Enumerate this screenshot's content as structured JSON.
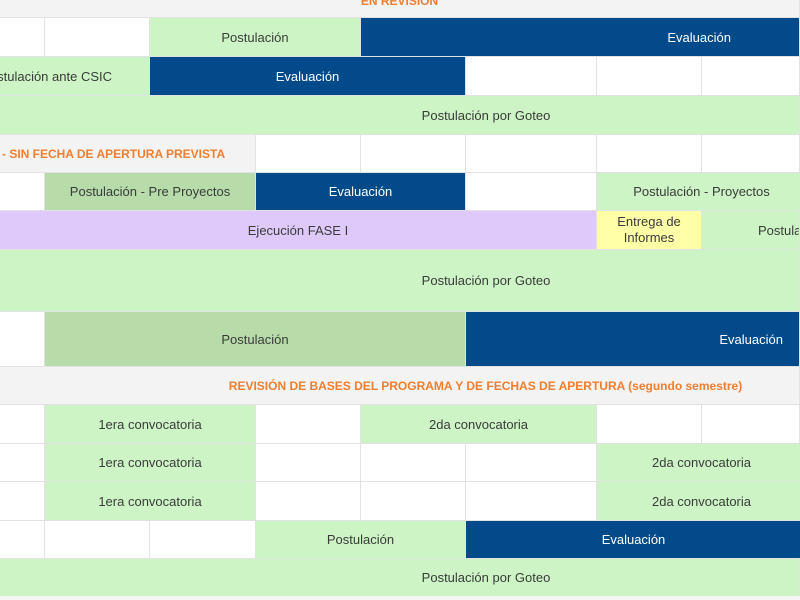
{
  "top_header": {
    "label": "EN REVISIÓN"
  },
  "postulacion": "Postulación",
  "evaluacion": "Evaluación",
  "postulacion_csic": "Postulación ante CSIC",
  "postulacion_goteo": "Postulación por Goteo",
  "header_sin_fecha": "- SIN FECHA DE APERTURA PREVISTA",
  "postulacion_pre": "Postulación - Pre Proyectos",
  "postulacion_proyectos": "Postulación - Proyectos",
  "ejecucion_fase": "Ejecución FASE I",
  "entrega_line1": "Entrega de",
  "entrega_line2": "Informes",
  "header_revision": "REVISIÓN DE BASES DEL PROGRAMA Y DE FECHAS DE APERTURA (segundo semestre)",
  "primera_convocatoria": "1era convocatoria",
  "segunda_convocatoria": "2da convocatoria",
  "colors": {
    "light_green": "#ccf4c4",
    "mid_green": "#b7dcaa",
    "blue": "#024a8a",
    "purple": "#dfc9fa",
    "yellow": "#ffffa8",
    "orange": "#f07e2f"
  }
}
